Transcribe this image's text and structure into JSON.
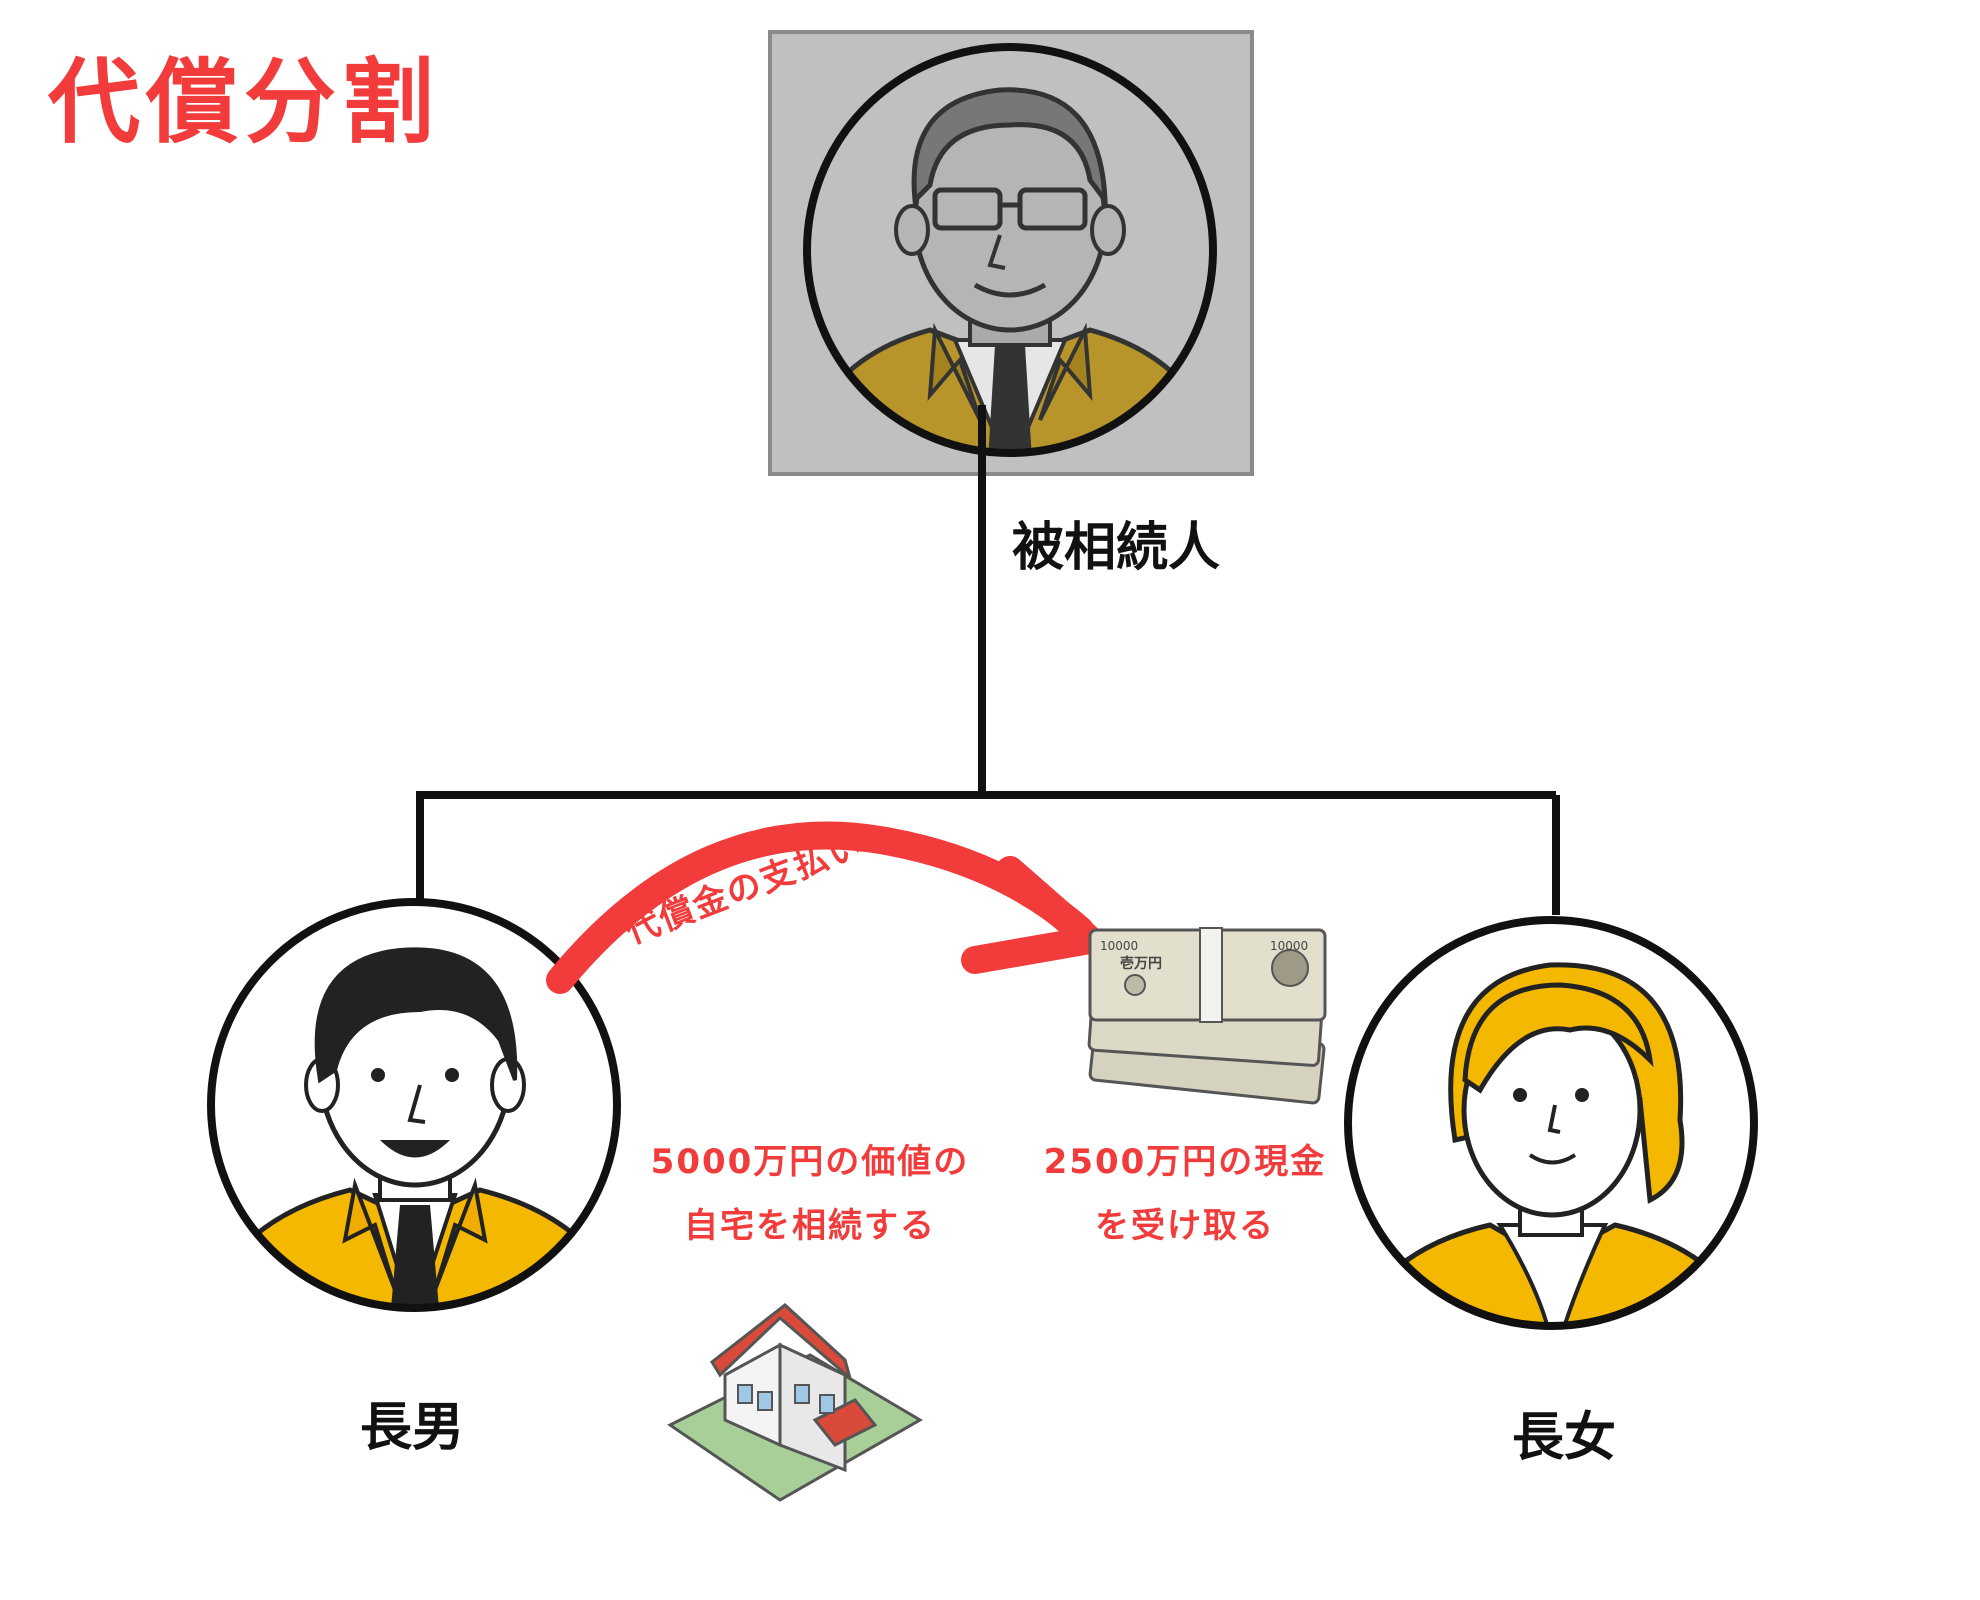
{
  "title": "代償分割",
  "deceased": {
    "label": "被相続人"
  },
  "eldest_son": {
    "label": "長男",
    "note_line1": "5000万円の価値の",
    "note_line2": "自宅を相続する"
  },
  "eldest_daughter": {
    "label": "長女",
    "note_line1": "2500万円の現金",
    "note_line2": "を受け取る"
  },
  "arrow": {
    "label": "代償金の支払い"
  },
  "money": {
    "denomination": "10000",
    "bill_text": "壱万円"
  },
  "colors": {
    "accent_red": "#f23b3b",
    "suit_yellow": "#f5b800",
    "deceased_bg": "#c0c0c0",
    "line": "#111111"
  },
  "icons": [
    "elder-man-avatar",
    "young-man-avatar",
    "woman-avatar",
    "money-stack-icon",
    "house-icon"
  ]
}
